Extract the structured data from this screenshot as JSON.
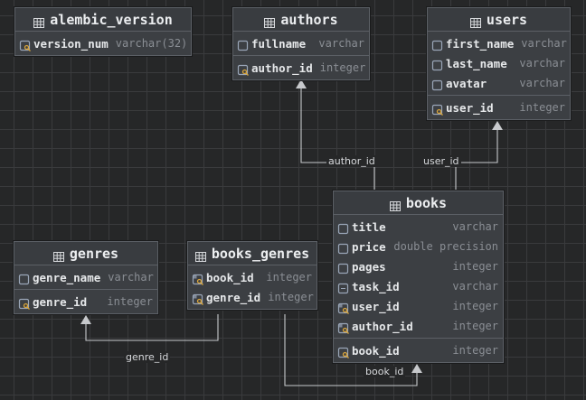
{
  "tables": [
    {
      "name": "alembic_version",
      "columns": [
        {
          "name": "version_num",
          "type": "varchar(32)",
          "key": "pk"
        }
      ]
    },
    {
      "name": "authors",
      "columns": [
        {
          "name": "fullname",
          "type": "varchar",
          "key": "col"
        },
        {
          "name": "author_id",
          "type": "integer",
          "key": "pk"
        }
      ]
    },
    {
      "name": "users",
      "columns": [
        {
          "name": "first_name",
          "type": "varchar",
          "key": "col"
        },
        {
          "name": "last_name",
          "type": "varchar",
          "key": "col"
        },
        {
          "name": "avatar",
          "type": "varchar",
          "key": "col"
        },
        {
          "name": "user_id",
          "type": "integer",
          "key": "pk"
        }
      ]
    },
    {
      "name": "books",
      "columns": [
        {
          "name": "title",
          "type": "varchar",
          "key": "col"
        },
        {
          "name": "price",
          "type": "double precision",
          "key": "col"
        },
        {
          "name": "pages",
          "type": "integer",
          "key": "col"
        },
        {
          "name": "task_id",
          "type": "varchar",
          "key": "nullable"
        },
        {
          "name": "user_id",
          "type": "integer",
          "key": "fk"
        },
        {
          "name": "author_id",
          "type": "integer",
          "key": "fk"
        },
        {
          "name": "book_id",
          "type": "integer",
          "key": "pk"
        }
      ]
    },
    {
      "name": "genres",
      "columns": [
        {
          "name": "genre_name",
          "type": "varchar",
          "key": "col"
        },
        {
          "name": "genre_id",
          "type": "integer",
          "key": "pk"
        }
      ]
    },
    {
      "name": "books_genres",
      "columns": [
        {
          "name": "book_id",
          "type": "integer",
          "key": "fk"
        },
        {
          "name": "genre_id",
          "type": "integer",
          "key": "fk"
        }
      ]
    }
  ],
  "relations": [
    {
      "label": "author_id",
      "from": "books",
      "to": "authors"
    },
    {
      "label": "user_id",
      "from": "books",
      "to": "users"
    },
    {
      "label": "genre_id",
      "from": "books_genres",
      "to": "genres"
    },
    {
      "label": "book_id",
      "from": "books_genres",
      "to": "books"
    }
  ],
  "colors": {
    "background": "#262728",
    "grid": "#3a3b3d",
    "table_fill": "#3c3f43",
    "edge": "#c7c9cc",
    "key_icon": "#d9a53c",
    "column_icon": "#9aa6b8"
  }
}
